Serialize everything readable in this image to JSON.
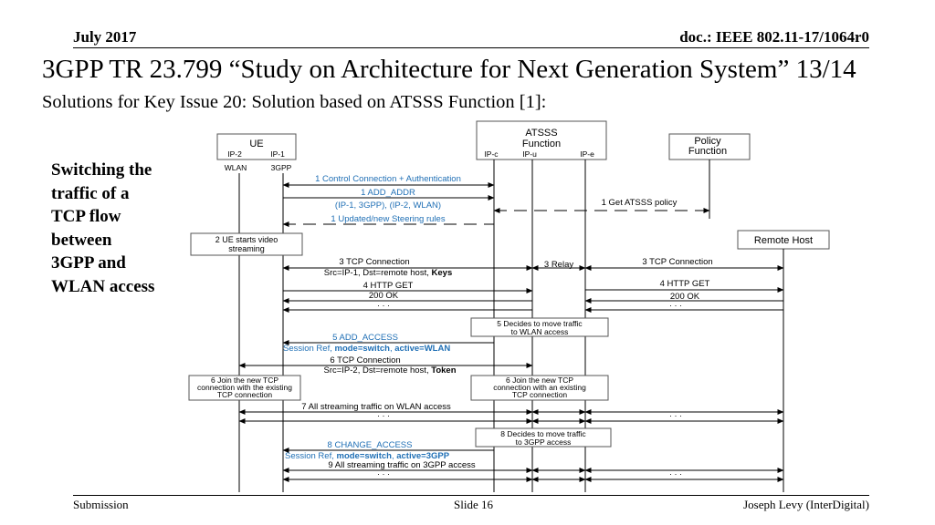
{
  "header": {
    "date": "July 2017",
    "doc": "doc.: IEEE 802.11-17/1064r0"
  },
  "title": "3GPP TR 23.799 “Study on Architecture for Next Generation System” 13/14",
  "subtitle": "Solutions for Key Issue 20: Solution based on ATSSS Function [1]:",
  "side_note": [
    "Switching the",
    "traffic of a",
    "TCP flow",
    "between",
    "3GPP and",
    "WLAN access"
  ],
  "footer": {
    "left": "Submission",
    "center": "Slide 16",
    "right": "Joseph Levy (InterDigital)"
  },
  "colors": {
    "blue": "#1f6fb5",
    "line": "#000000",
    "box_border": "#555555"
  },
  "diagram": {
    "ue": {
      "label": "UE",
      "ports": [
        "IP-2",
        "IP-1"
      ],
      "access": [
        "WLAN",
        "3GPP"
      ]
    },
    "atsss": {
      "label": [
        "ATSSS",
        "Function"
      ],
      "ports": [
        "IP-c",
        "IP-u",
        "IP-e"
      ]
    },
    "policy": {
      "label": [
        "Policy",
        "Function"
      ]
    },
    "remote_host": {
      "label": "Remote Host"
    },
    "msg1": "1 Control Connection + Authentication",
    "msg_add_addr": [
      "1 ADD_ADDR",
      "(IP-1, 3GPP), (IP-2, WLAN)"
    ],
    "msg_get_policy": "1 Get ATSSS policy",
    "msg_updated_rules": "1 Updated/new Steering rules",
    "box_starts_video": [
      "2 UE starts video",
      "streaming"
    ],
    "msg3_left": "3 TCP Connection",
    "msg3_left_sub": {
      "text": "Src=IP-1, Dst=remote host, ",
      "bold": "Keys"
    },
    "msg3_relay": "3 Relay",
    "msg3_right": "3 TCP Connection",
    "msg4_left": "4 HTTP GET",
    "msg4_right": "4 HTTP GET",
    "ok_left": "200 OK",
    "ok_right": "200 OK",
    "dots": "· · ·",
    "box5": [
      "5 Decides to move traffic",
      "to WLAN access"
    ],
    "msg5": "5 ADD_ACCESS",
    "msg5_sub": {
      "prefix": "Session Ref, ",
      "b1": "mode=switch",
      "sep": ", ",
      "b2": "active=WLAN"
    },
    "msg6": "6 TCP Connection",
    "msg6_sub": {
      "text": "Src=IP-2, Dst=remote host, ",
      "bold": "Token"
    },
    "box6_left": [
      "6 Join the new TCP",
      "connection with the existing",
      "TCP connection"
    ],
    "box6_right": [
      "6 Join the new TCP",
      "connection with an existing",
      "TCP connection"
    ],
    "msg7": "7 All streaming traffic on WLAN access",
    "box8": [
      "8 Decides to move traffic",
      "to 3GPP access"
    ],
    "msg8": "8 CHANGE_ACCESS",
    "msg8_sub": {
      "prefix": "Session Ref, ",
      "b1": "mode=switch",
      "sep": ", ",
      "b2": "active=3GPP"
    },
    "msg9": "9 All streaming traffic on 3GPP access"
  }
}
